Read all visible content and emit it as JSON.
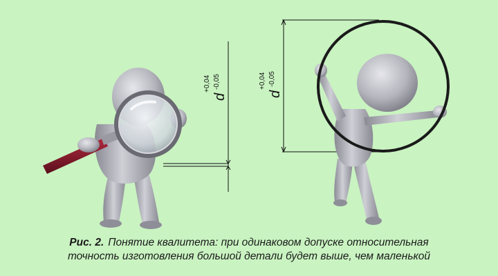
{
  "dimensions": {
    "small": {
      "symbol": "d",
      "upper_dev": "+0,04",
      "lower_dev": "-0,05"
    },
    "large": {
      "symbol": "d",
      "upper_dev": "+0,04",
      "lower_dev": "-0,05"
    }
  },
  "caption": {
    "label": "Рис. 2.",
    "line1": "Понятие квалитета:  при одинаковом допуске относительная",
    "line2": "точность изготовления большой детали будет выше, чем маленькой"
  },
  "colors": {
    "background": "#c9f3c1",
    "figure": "#b8b8c0",
    "handle": "#8b1a2a",
    "ring": "#1a1a1a"
  }
}
